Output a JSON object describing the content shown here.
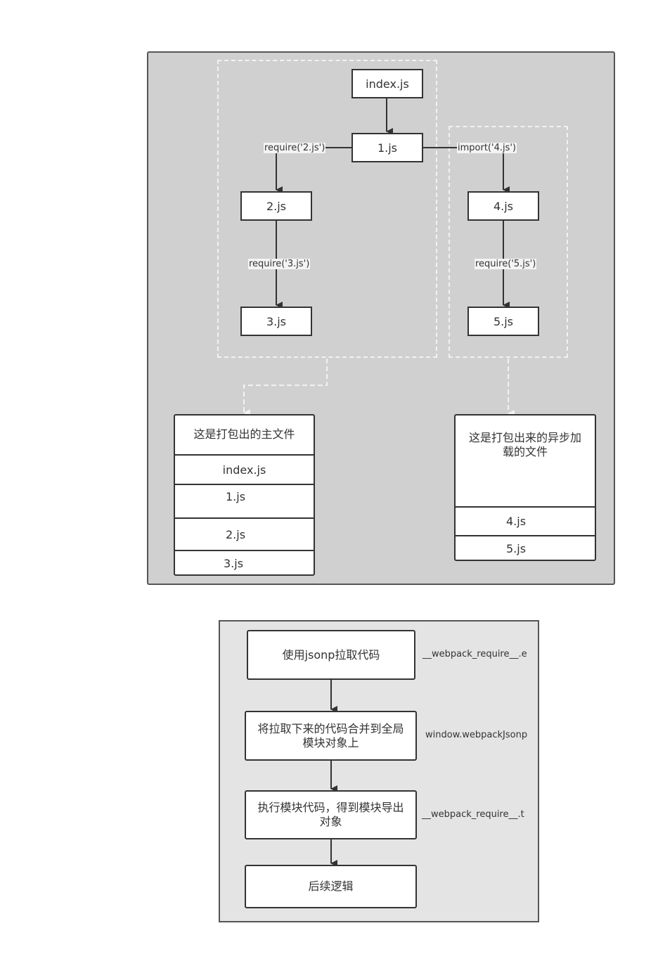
{
  "dependency_diagram": {
    "nodes": {
      "index": "index.js",
      "one": "1.js",
      "two": "2.js",
      "three": "3.js",
      "four": "4.js",
      "five": "5.js"
    },
    "edge_labels": {
      "require_2": "require('2.js')",
      "import_4": "import('4.js')",
      "require_3": "require('3.js')",
      "require_5": "require('5.js')"
    },
    "main_bundle": {
      "title": "这是打包出的主文件",
      "files": [
        "index.js",
        "1.js",
        "2.js",
        "3.js"
      ]
    },
    "async_bundle": {
      "title": "这是打包出来的异步加载的文件",
      "files": [
        "4.js",
        "5.js"
      ]
    }
  },
  "flow": {
    "steps": [
      {
        "label": "使用jsonp拉取代码",
        "note": "__webpack_require__.e"
      },
      {
        "label": "将拉取下来的代码合并到全局模块对象上",
        "note": "window.webpackJsonp"
      },
      {
        "label": "执行模块代码，得到模块导出对象",
        "note": "__webpack_require__.t"
      },
      {
        "label": "后续逻辑",
        "note": ""
      }
    ]
  }
}
